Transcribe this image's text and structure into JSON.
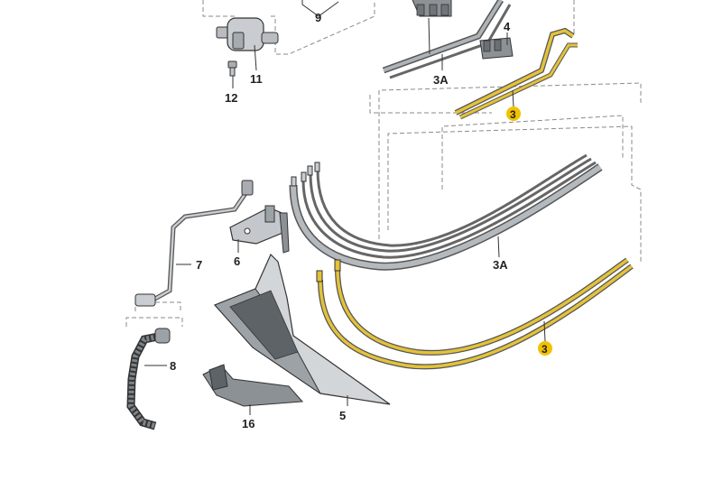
{
  "diagram": {
    "parts": {
      "p9": "9",
      "p11": "11",
      "p12": "12",
      "p3A_top": "3A",
      "p4": "4",
      "p3_top": "3",
      "p7": "7",
      "p6": "6",
      "p3A_mid": "3A",
      "p8": "8",
      "p16": "16",
      "p5": "5",
      "p3_bottom": "3"
    },
    "colors": {
      "highlight_badge": "#f2c200",
      "highlight_line": "#e3c23a",
      "dash_line": "#8a8a8a",
      "part_gray": "#8c9196",
      "ink": "#222222"
    }
  }
}
